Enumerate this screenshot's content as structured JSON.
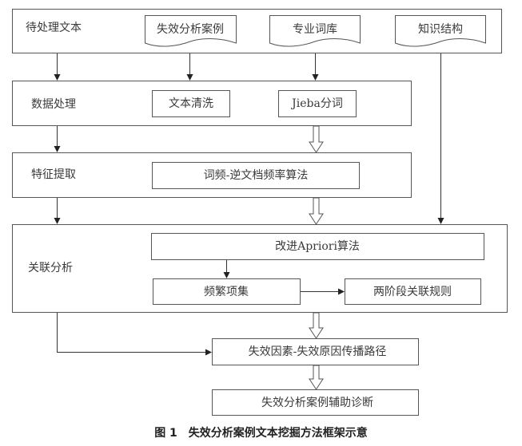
{
  "diagram": {
    "input_stage": {
      "label": "待处理文本",
      "documents": [
        "失效分析案例",
        "专业词库",
        "知识结构"
      ]
    },
    "data_processing": {
      "label": "数据处理",
      "steps": [
        "文本清洗",
        "Jieba分词"
      ]
    },
    "feature_extraction": {
      "label": "特征提取",
      "steps": [
        "词频-逆文档频率算法"
      ]
    },
    "association_analysis": {
      "label": "关联分析",
      "algorithm": "改进Apriori算法",
      "frequent_itemsets": "频繁项集",
      "rules": "两阶段关联规则"
    },
    "propagation_path": "失效因素-失效原因传播路径",
    "diagnosis": "失效分析案例辅助诊断",
    "caption": "图 1　失效分析案例文本挖掘方法框架示意"
  }
}
